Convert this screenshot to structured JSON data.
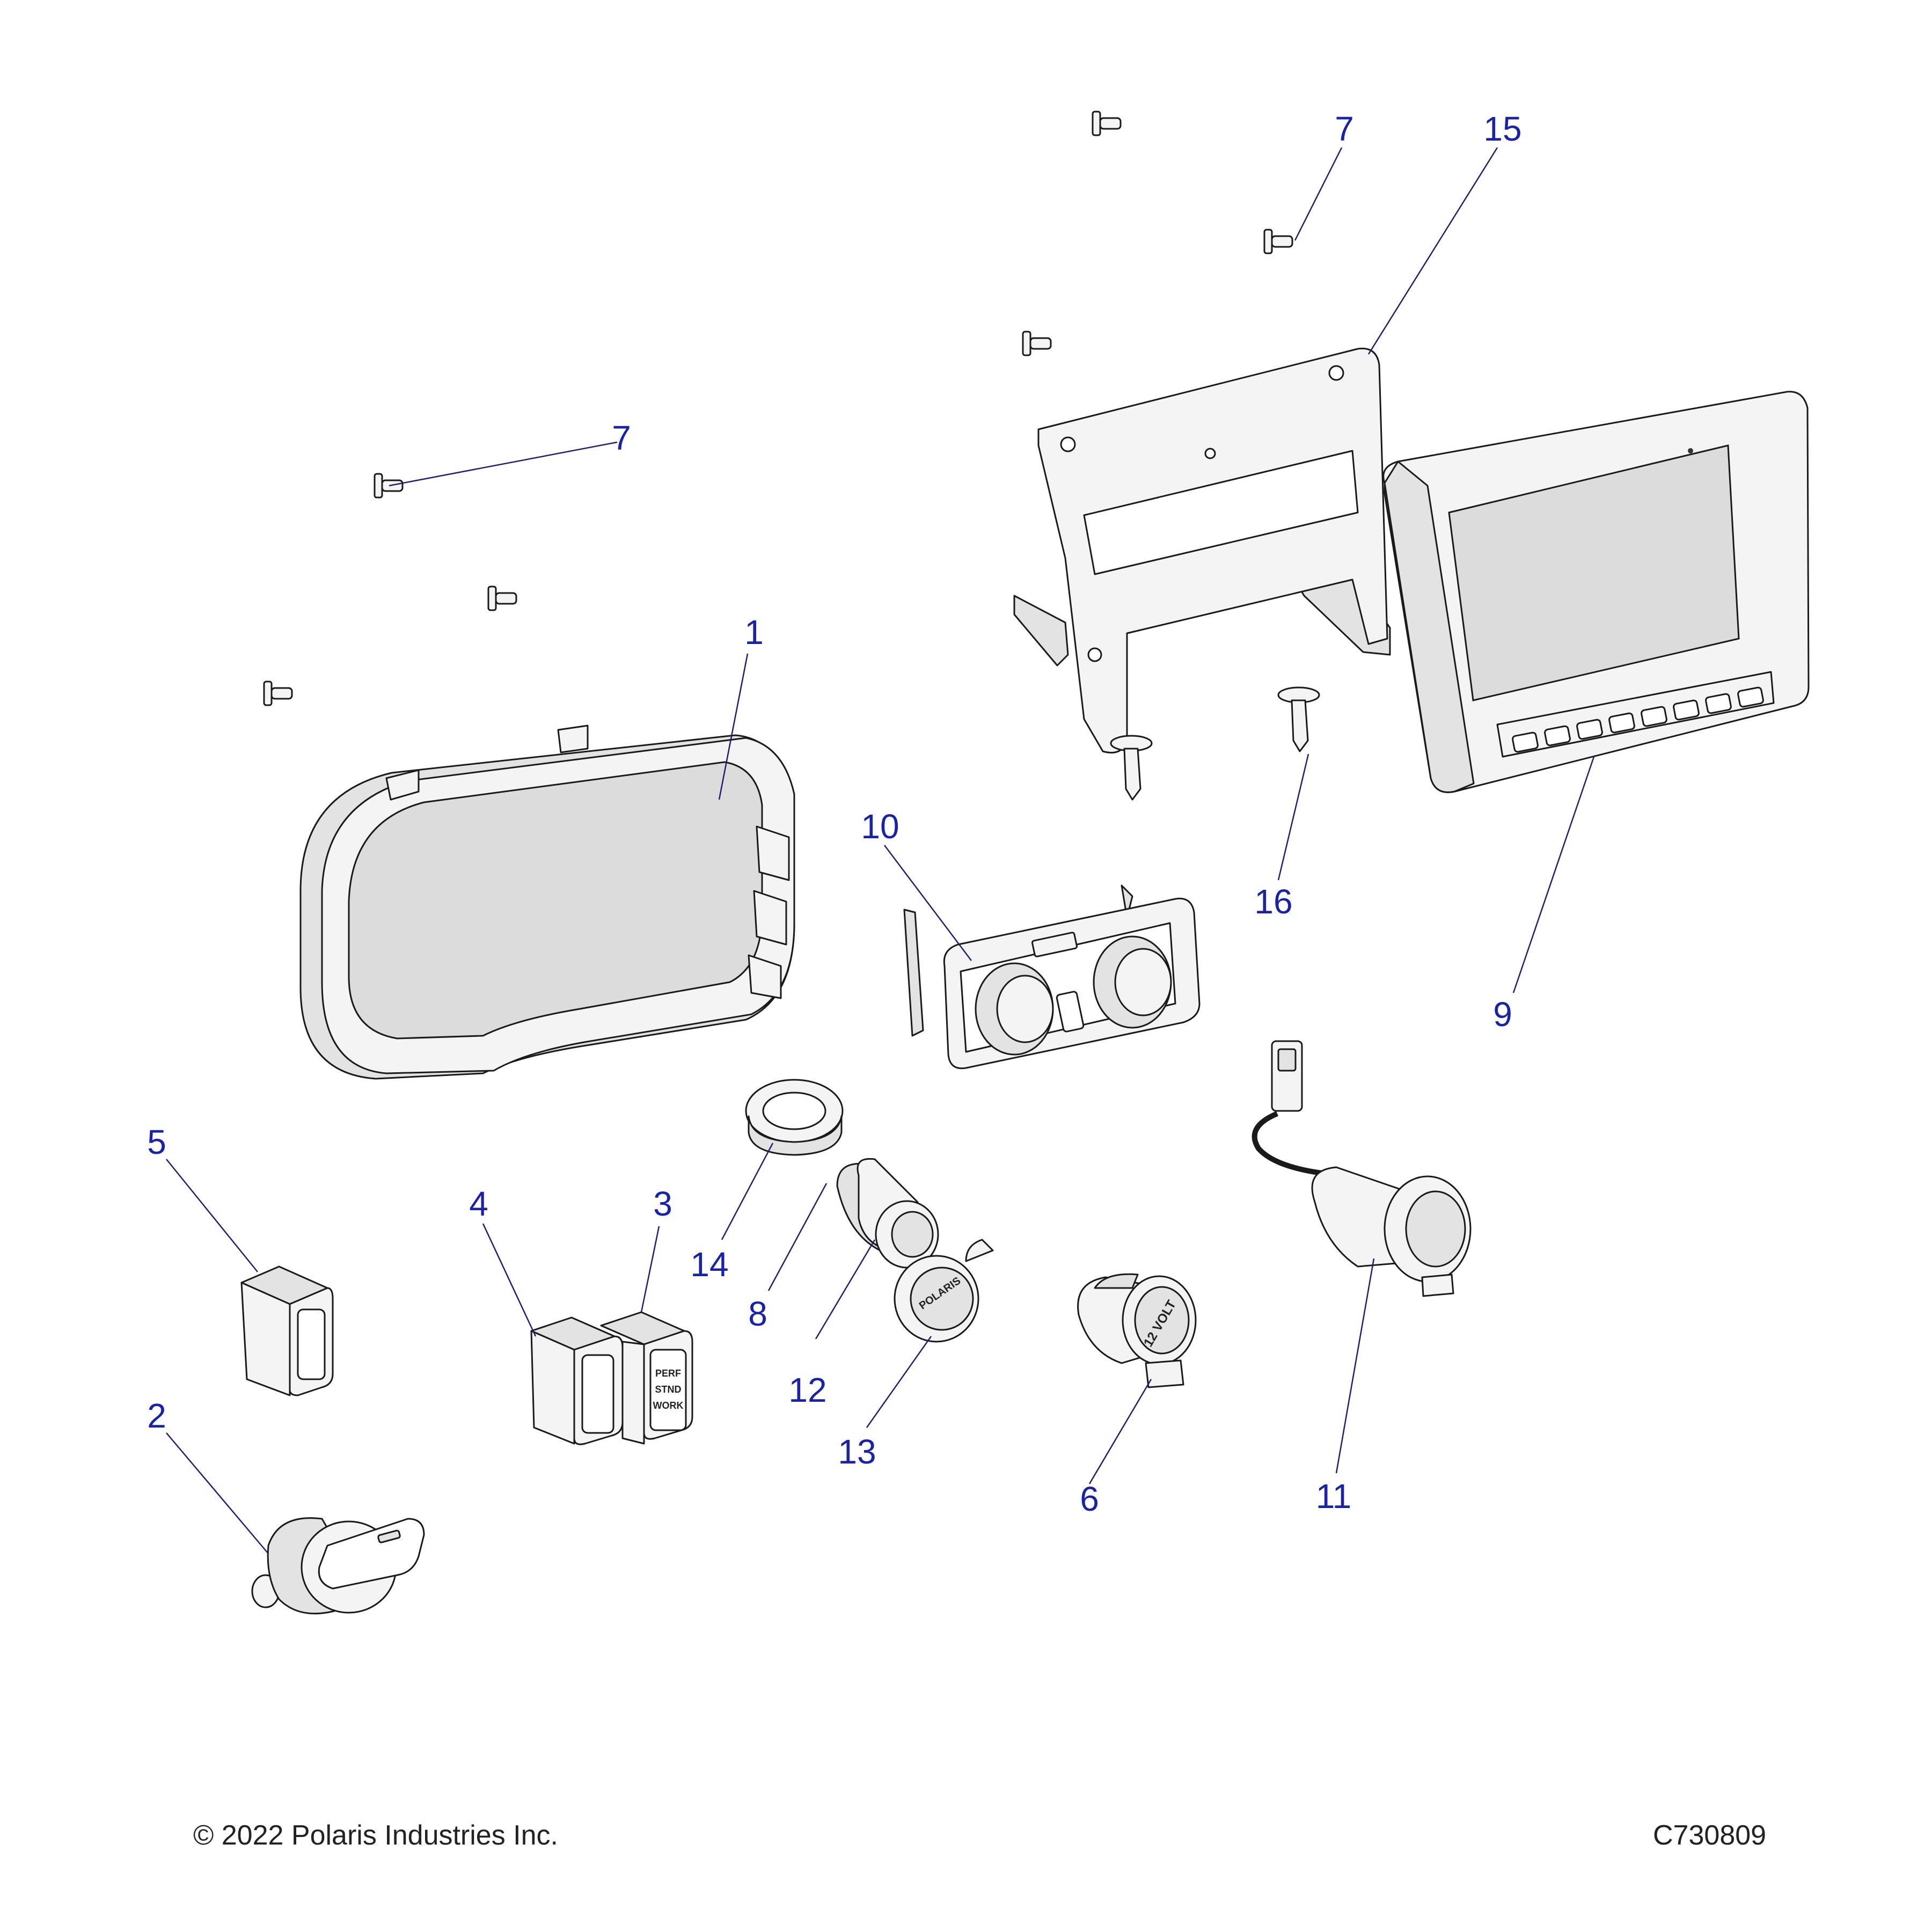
{
  "callouts": [
    {
      "id": "1",
      "label": "1"
    },
    {
      "id": "2",
      "label": "2"
    },
    {
      "id": "3",
      "label": "3"
    },
    {
      "id": "4",
      "label": "4"
    },
    {
      "id": "5",
      "label": "5"
    },
    {
      "id": "6",
      "label": "6"
    },
    {
      "id": "7a",
      "label": "7"
    },
    {
      "id": "7b",
      "label": "7"
    },
    {
      "id": "8",
      "label": "8"
    },
    {
      "id": "9",
      "label": "9"
    },
    {
      "id": "10",
      "label": "10"
    },
    {
      "id": "11",
      "label": "11"
    },
    {
      "id": "12",
      "label": "12"
    },
    {
      "id": "13",
      "label": "13"
    },
    {
      "id": "14",
      "label": "14"
    },
    {
      "id": "15",
      "label": "15"
    },
    {
      "id": "16",
      "label": "16"
    }
  ],
  "switch_labels": {
    "perf": "PERF",
    "stnd": "STND",
    "work": "WORK",
    "volt": "12 VOLT",
    "cap_brand": "POLARIS"
  },
  "footer": {
    "copyright": "© 2022 Polaris Industries Inc.",
    "drawing_number": "C730809"
  }
}
